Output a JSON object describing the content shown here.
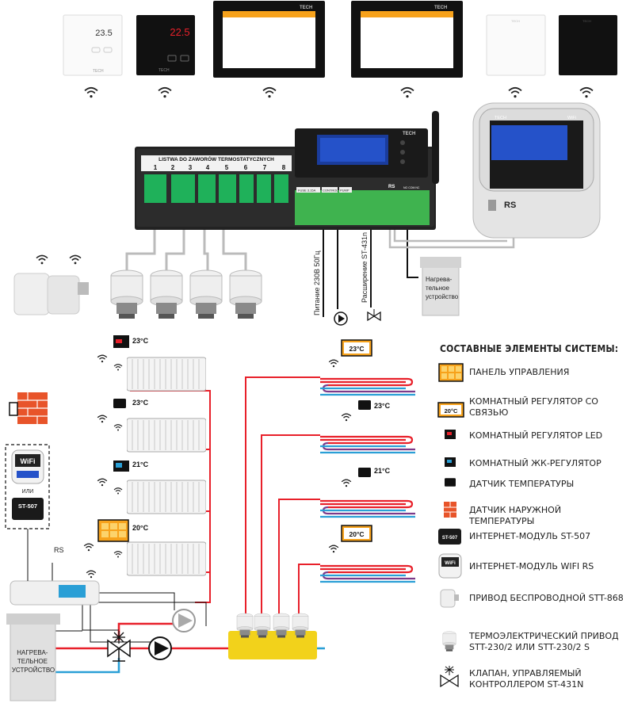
{
  "brand": "TECH",
  "devices": {
    "regulator_white_display": "23.5",
    "regulator_black_display": "22.5"
  },
  "strip": {
    "title": "LISTWA DO ZAWORÓW TERMOSTATYCZNYCH",
    "zones": [
      "1",
      "2",
      "3",
      "4",
      "5",
      "6",
      "7",
      "8"
    ],
    "labels": [
      "FUSE 3.15A",
      "CONTROL",
      "PUMP",
      "RS",
      "NO COM NC"
    ]
  },
  "module": {
    "rs_label": "RS",
    "wifi_label": "WiFi"
  },
  "rotated_labels": {
    "power": "Питание 230В 50Гц",
    "expansion": "Расширение ST-431n"
  },
  "heater_top": "Нагрева-\nтельное\nустройство",
  "heater_bottom": "НАГРЕВА-\nТЕЛЬНОЕ\nУСТРОЙСТВО",
  "temps": {
    "rad1": "23°C",
    "rad2": "23°C",
    "rad3": "21°C",
    "rad4": "20°C",
    "floor1": "23°C",
    "floor2": "23°C",
    "floor3": "21°C",
    "floor4": "20°C"
  },
  "left_panel": {
    "wifi": "WiFi",
    "or": "ИЛИ",
    "st507": "ST-507",
    "rs": "RS"
  },
  "legend": {
    "title": "СОСТАВНЫЕ ЭЛЕМЕНТЫ СИСТЕМЫ:",
    "items": [
      "ПАНЕЛЬ УПРАВЛЕНИЯ",
      "КОМНАТНЫЙ РЕГУЛЯТОР СО СВЯЗЬЮ",
      "КОМНАТНЫЙ РЕГУЛЯТОР LED",
      "КОМНАТНЫЙ ЖК-РЕГУЛЯТОР",
      "ДАТЧИК ТЕМПЕРАТУРЫ",
      "ДАТЧИК НАРУЖНОЙ ТЕМПЕРАТУРЫ",
      "ИНТЕРНЕТ-МОДУЛЬ ST-507",
      "ИНТЕРНЕТ-МОДУЛЬ WIFI RS",
      "ПРИВОД БЕСПРОВОДНОЙ STT-868",
      "ТЕРМОЭЛЕКТРИЧЕСКИЙ ПРИВОД STT-230/2 ИЛИ STT-230/2 S",
      "КЛАПАН, УПРАВЛЯЕМЫЙ КОНТРОЛЛЕРОМ ST-431N"
    ],
    "icon_20c": "20°C",
    "icon_st507": "ST-507",
    "icon_wifi": "WiFi"
  },
  "colors": {
    "hot": "#e8202a",
    "cold": "#2a9fd6",
    "accent": "#f7a21b",
    "yellow": "#f2d21b",
    "brick": "#e8542a"
  }
}
